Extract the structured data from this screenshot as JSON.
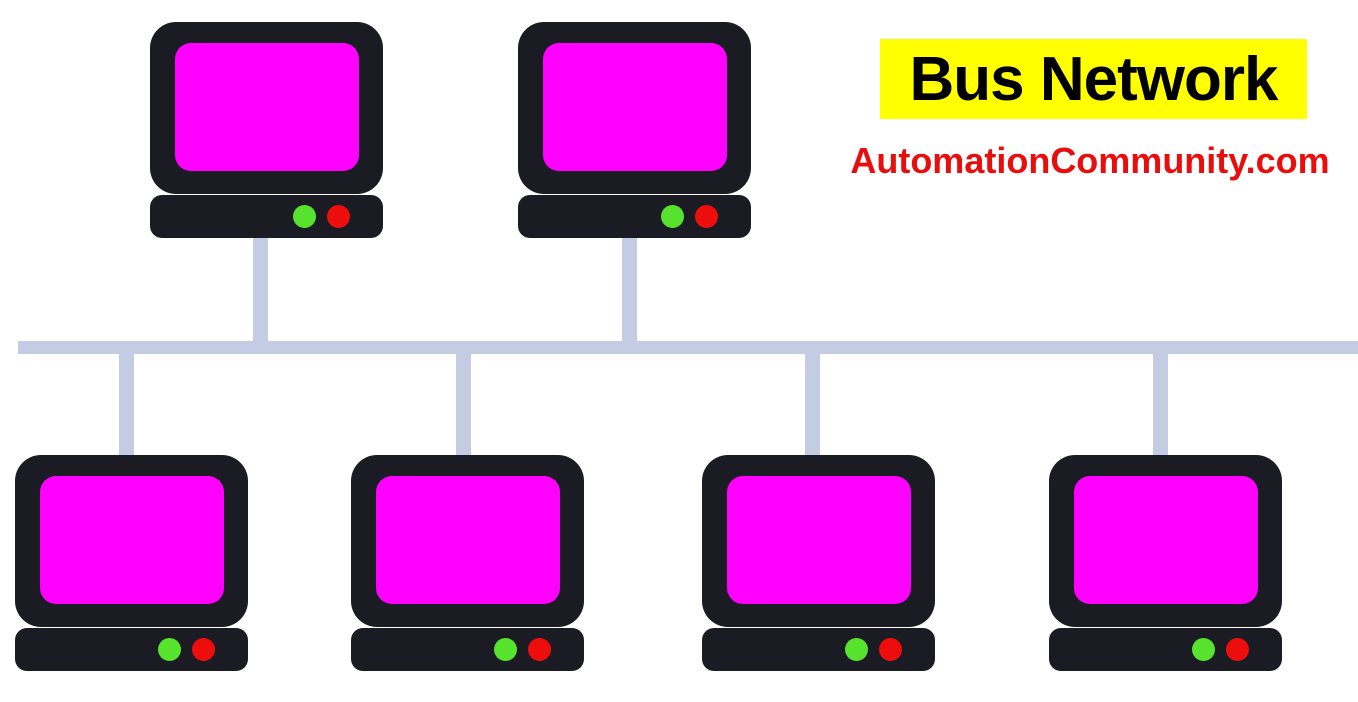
{
  "title": {
    "label": "Bus Network",
    "highlight_color": "#ffff00",
    "text_color": "#000000"
  },
  "watermark": {
    "label": "AutomationCommunity.com",
    "color": "#e90e0e"
  },
  "diagram": {
    "type": "bus-network-topology",
    "bus": {
      "orientation": "horizontal",
      "color": "#c4cce3"
    },
    "node_colors": {
      "body": "#1b1b23",
      "screen": "#ff00ff",
      "led_green": "#57e32d",
      "led_red": "#ec0d0c"
    },
    "nodes": [
      {
        "id": "computer-top-1",
        "row": "top"
      },
      {
        "id": "computer-top-2",
        "row": "top"
      },
      {
        "id": "computer-bottom-1",
        "row": "bottom"
      },
      {
        "id": "computer-bottom-2",
        "row": "bottom"
      },
      {
        "id": "computer-bottom-3",
        "row": "bottom"
      },
      {
        "id": "computer-bottom-4",
        "row": "bottom"
      }
    ],
    "connections": [
      {
        "from": "computer-top-1",
        "to": "bus"
      },
      {
        "from": "computer-top-2",
        "to": "bus"
      },
      {
        "from": "computer-bottom-1",
        "to": "bus"
      },
      {
        "from": "computer-bottom-2",
        "to": "bus"
      },
      {
        "from": "computer-bottom-3",
        "to": "bus"
      },
      {
        "from": "computer-bottom-4",
        "to": "bus"
      }
    ]
  }
}
